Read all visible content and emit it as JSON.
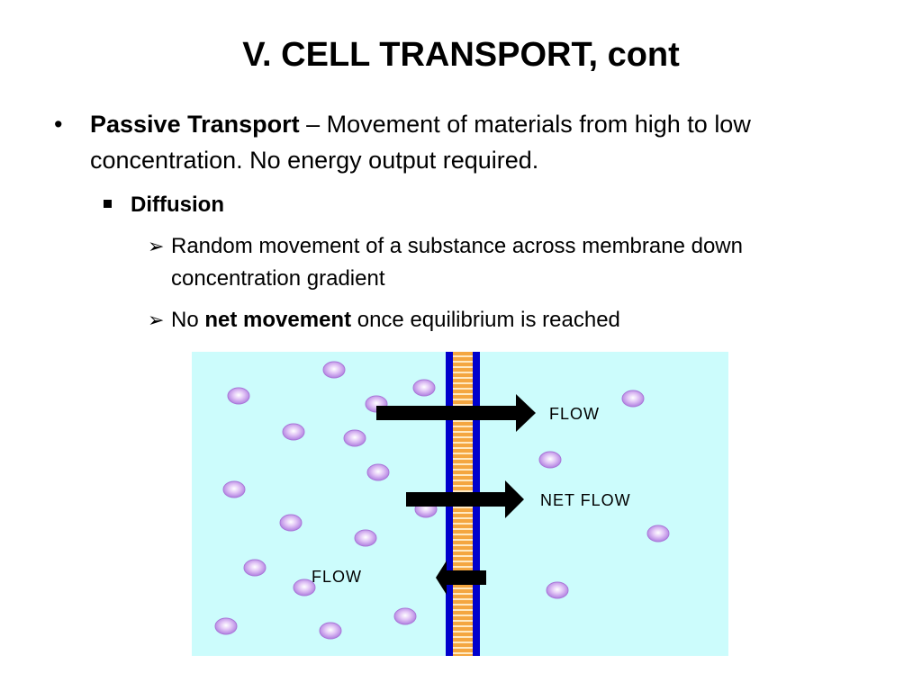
{
  "title": "V.  CELL TRANSPORT, cont",
  "passive": {
    "term": "Passive Transport",
    "description": " – Movement of materials from high to low concentration.  No energy output required."
  },
  "diffusion": {
    "label": "Diffusion",
    "points": [
      {
        "text": "Random movement of a substance across membrane down concentration gradient"
      },
      {
        "pre": "No ",
        "bold": "net movement",
        "post": " once equilibrium is reached"
      }
    ]
  },
  "diagram": {
    "arrow_labels": {
      "top": "FLOW",
      "middle": "NET FLOW",
      "bottom": "FLOW"
    },
    "colors": {
      "background": "#ccfcfc",
      "membrane_border": "#0000cc",
      "membrane_fill": "#f2a03c",
      "particle": "#c79be8",
      "arrow": "#000000"
    }
  }
}
